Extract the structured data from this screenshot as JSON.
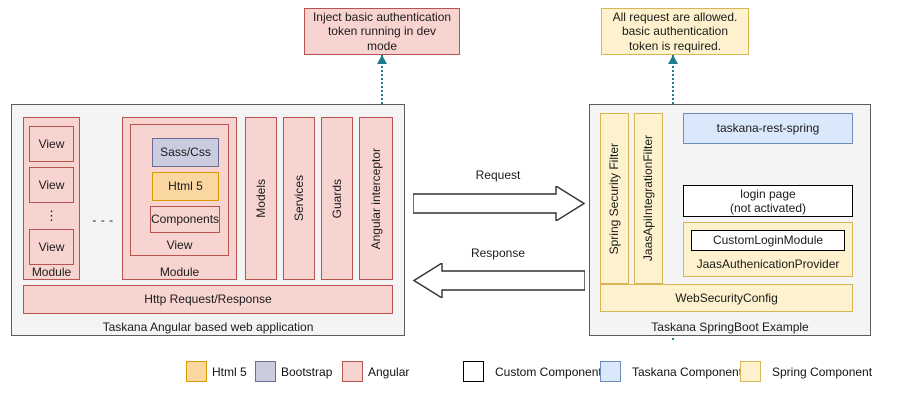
{
  "callouts": {
    "left": {
      "name": "inject-token-callout",
      "lines": [
        "Inject basic authentication",
        "token running in dev",
        "mode"
      ]
    },
    "right": {
      "name": "all-requests-callout",
      "lines": [
        "All request are allowed.",
        "basic authentication",
        "token is required."
      ]
    }
  },
  "left_panel": {
    "caption": "Taskana Angular based web application",
    "module_a": {
      "label": "Module",
      "views": [
        "View",
        "View",
        "View"
      ],
      "ellipsis": "⋮"
    },
    "between_modules": "- - -",
    "module_b": {
      "label": "Module",
      "view_label": "View",
      "items": [
        {
          "label": "Sass/Css",
          "kind": "bootstrap"
        },
        {
          "label": "Html 5",
          "kind": "html5"
        },
        {
          "label": "Components",
          "kind": "angular"
        }
      ]
    },
    "columns": [
      "Models",
      "Services",
      "Guards",
      "Angular interceptor"
    ],
    "http_bar": "Http Request/Response"
  },
  "arrows": {
    "request": "Request",
    "response": "Response"
  },
  "right_panel": {
    "caption": "Taskana SpringBoot Example",
    "filters": [
      "Spring Security Filter",
      "JaasApiIntegrationFilter"
    ],
    "rest": "taskana-rest-spring",
    "login_page": [
      "login page",
      "(not activated)"
    ],
    "auth_provider": {
      "inner": "CustomLoginModule",
      "label": "JaasAuthenicationProvider"
    },
    "web_security_config": "WebSecurityConfig"
  },
  "legend": {
    "left_items": [
      {
        "label": "Html 5",
        "kind": "html5"
      },
      {
        "label": "Bootstrap",
        "kind": "bootstrap"
      },
      {
        "label": "Angular",
        "kind": "angular"
      }
    ],
    "right_items": [
      {
        "label": "Custom Component",
        "kind": "custom"
      },
      {
        "label": "Taskana Component",
        "kind": "taskana"
      },
      {
        "label": "Spring Component",
        "kind": "spring"
      }
    ]
  },
  "colors": {
    "angular": "#f8d4d0",
    "angular_border": "#b85450",
    "bootstrap": "#ccccdf",
    "bootstrap_border": "#6c6c94",
    "html5": "#fad7a0",
    "html5_border": "#d79b00",
    "spring": "#fdf2cd",
    "spring_border": "#d6b656",
    "taskana": "#dae8fc",
    "taskana_border": "#6c8ebf",
    "custom": "#ffffff",
    "custom_border": "#000000",
    "panel_bg": "#f4f4f4",
    "panel_border": "#5c5c5c",
    "dotted": "#1f7a8c"
  }
}
